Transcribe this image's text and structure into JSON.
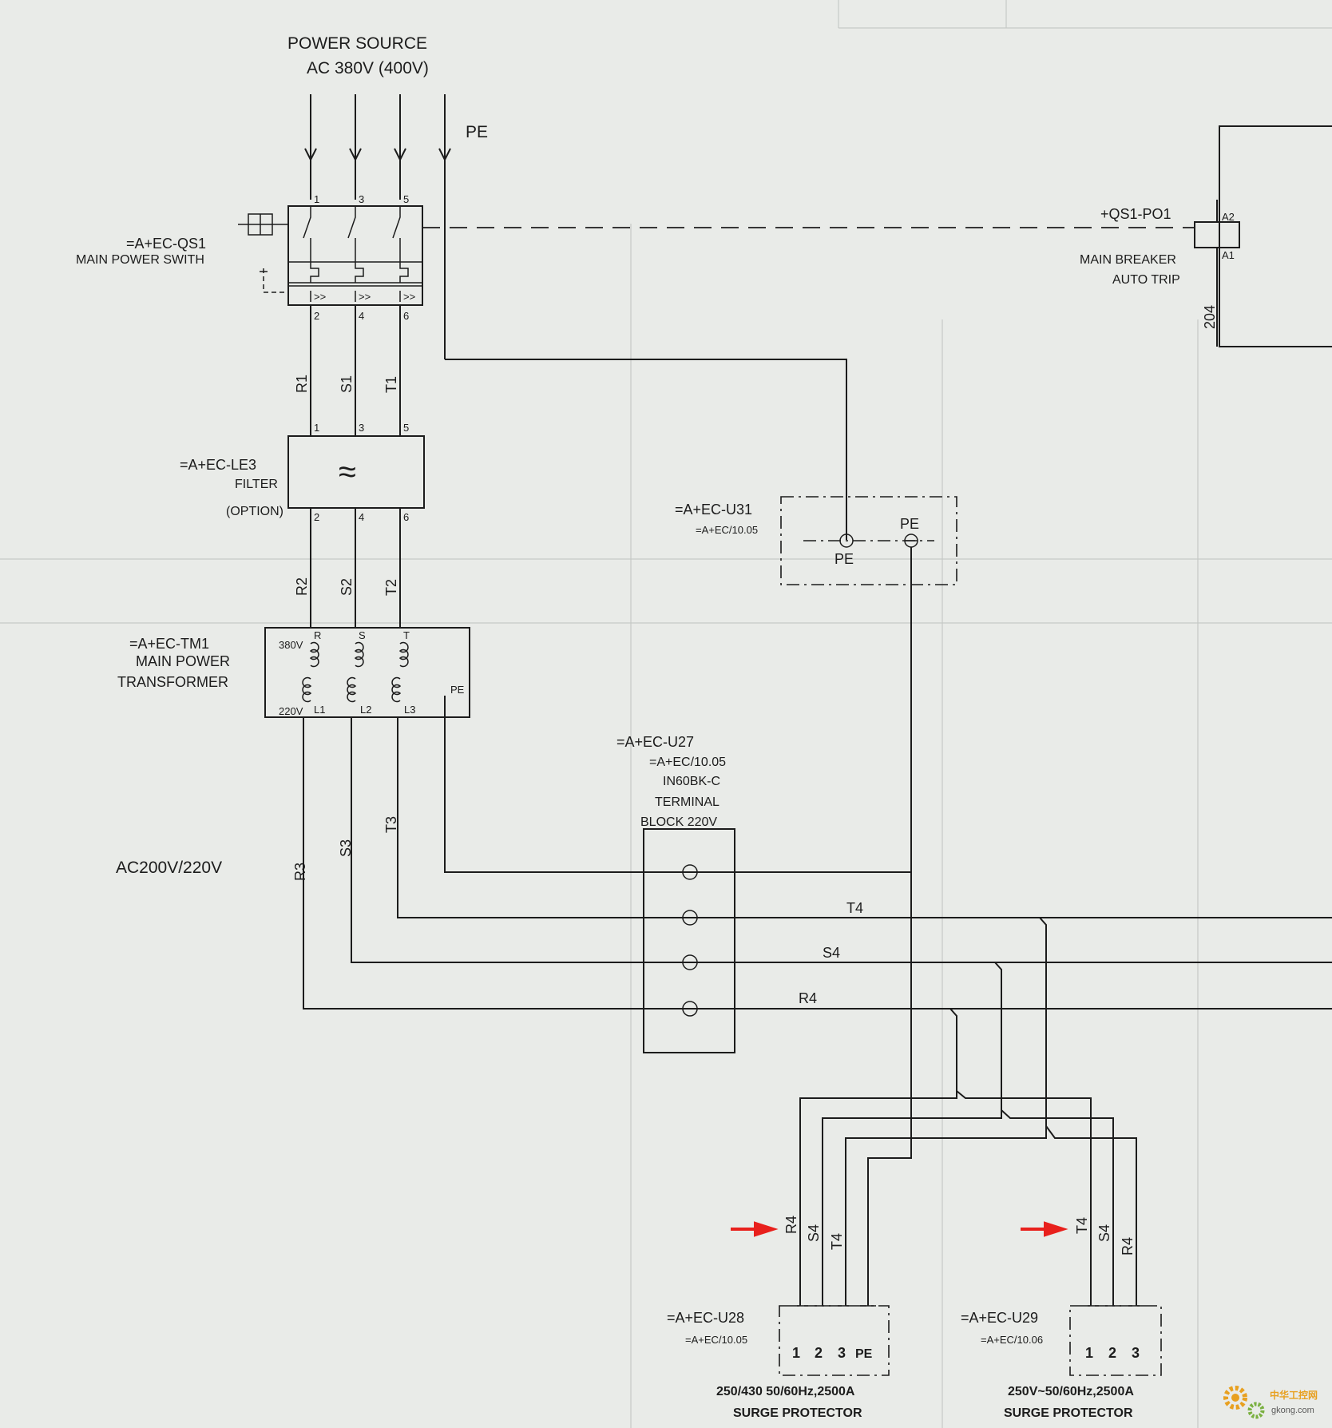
{
  "source": {
    "title": "POWER SOURCE",
    "voltage": "AC 380V (400V)",
    "pe": "PE"
  },
  "qs1": {
    "id": "=A+EC-QS1",
    "desc": "MAIN POWER SWITH",
    "top_pins": [
      "1",
      "3",
      "5"
    ],
    "bottom_pins": [
      "2",
      "4",
      "6"
    ],
    "trip_mark": ">>"
  },
  "breaker": {
    "id": "+QS1-PO1",
    "line1": "MAIN BREAKER",
    "line2": "AUTO TRIP",
    "pin_a2": "A2",
    "pin_a1": "A1",
    "wire": "204"
  },
  "wires1": [
    "R1",
    "S1",
    "T1"
  ],
  "le3": {
    "id": "=A+EC-LE3",
    "desc": "FILTER",
    "option": "(OPTION)",
    "symbol": "≈",
    "top_pins": [
      "1",
      "3",
      "5"
    ],
    "bottom_pins": [
      "2",
      "4",
      "6"
    ]
  },
  "wires2": [
    "R2",
    "S2",
    "T2"
  ],
  "u31": {
    "id": "=A+EC-U31",
    "ref": "=A+EC/10.05",
    "pe_left": "PE",
    "pe_right": "PE"
  },
  "tm1": {
    "id": "=A+EC-TM1",
    "line1": "MAIN POWER",
    "line2": "TRANSFORMER",
    "primary_v": "380V",
    "secondary_v": "220V",
    "primary_pins": [
      "R",
      "S",
      "T"
    ],
    "secondary_pins": [
      "L1",
      "L2",
      "L3"
    ],
    "pe": "PE"
  },
  "ac_label": "AC200V/220V",
  "wires3": [
    "R3",
    "S3",
    "T3"
  ],
  "u27": {
    "id": "=A+EC-U27",
    "ref": "=A+EC/10.05",
    "model": "IN60BK-C",
    "type": "TERMINAL",
    "rating": "BLOCK 220V"
  },
  "bus": [
    "T4",
    "S4",
    "R4"
  ],
  "u28": {
    "id": "=A+EC-U28",
    "ref": "=A+EC/10.05",
    "wires": [
      "R4",
      "S4",
      "T4"
    ],
    "pins": [
      "1",
      "2",
      "3",
      "PE"
    ],
    "spec": "250/430  50/60Hz,2500A",
    "name": "SURGE PROTECTOR"
  },
  "u29": {
    "id": "=A+EC-U29",
    "ref": "=A+EC/10.06",
    "wires": [
      "T4",
      "S4",
      "R4"
    ],
    "pins": [
      "1",
      "2",
      "3"
    ],
    "spec": "250V~50/60Hz,2500A",
    "name": "SURGE PROTECTOR"
  },
  "watermark": {
    "line1": "中华工控网",
    "line2": "gkong.com"
  },
  "colors": {
    "ink": "#1c1c1c",
    "paper": "#e9ebe8",
    "arrow": "#e8201c",
    "watermark": "#e8a020"
  }
}
